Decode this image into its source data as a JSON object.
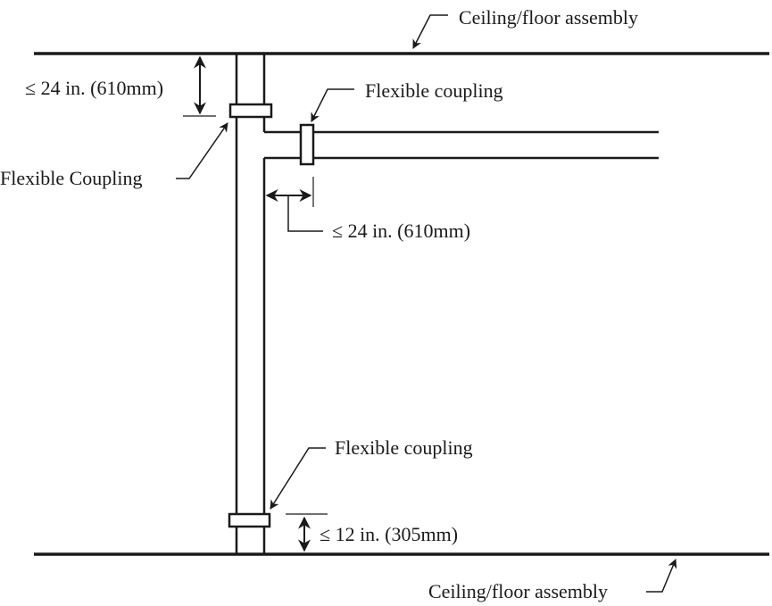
{
  "diagram": {
    "labels": {
      "ceiling_top": "Ceiling/floor assembly",
      "ceiling_bottom": "Ceiling/floor assembly",
      "coupling_upper_riser": "Flexible Coupling",
      "coupling_branch": "Flexible coupling",
      "coupling_lower_riser": "Flexible coupling",
      "dim_top": "≤ 24 in. (610mm)",
      "dim_branch": "≤ 24 in. (610mm)",
      "dim_bottom": "≤ 12 in. (305mm)"
    },
    "colors": {
      "ink": "#1a1a1a",
      "background": "#ffffff"
    }
  }
}
